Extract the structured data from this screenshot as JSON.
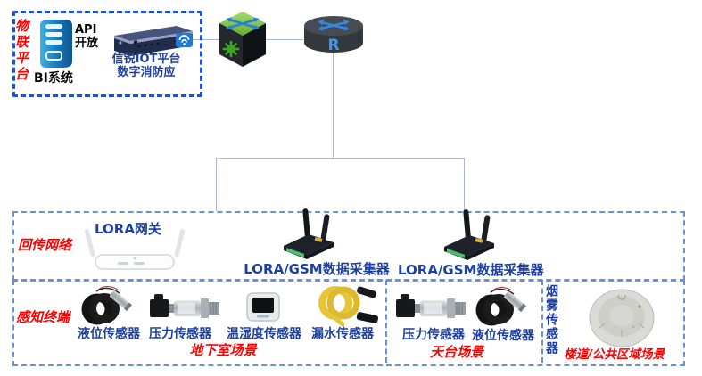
{
  "platform": {
    "side_label": "物联平台",
    "bi_system": "BI系统",
    "api_line1": "API",
    "api_line2": "开放",
    "appliance_line1": "信锐IOT平台",
    "appliance_line2": "数字消防应"
  },
  "core": {
    "router_letter": "R"
  },
  "backhaul": {
    "section_label": "回传网络",
    "gateway_label": "LORA网关",
    "collector1_label": "LORA/GSM数据采集器",
    "collector2_label": "LORA/GSM数据采集器"
  },
  "sensing": {
    "section_label": "感知终端",
    "scene1": {
      "sensors": [
        "液位传感器",
        "压力传感器",
        "温湿度传感器",
        "漏水传感器"
      ],
      "label": "地下室场景"
    },
    "scene2": {
      "sensors": [
        "压力传感器",
        "液位传感器"
      ],
      "label": "天台场景"
    },
    "scene3": {
      "smoke_label": "烟雾传感器",
      "label": "楼道/公共区域场景"
    }
  },
  "colors": {
    "red_text": "#fe0000",
    "blue_text": "#1d3f9e",
    "platform_border": "#2050d0",
    "band_border": "#6892d8",
    "connector_line": "#a9b8d6",
    "switch_green": "#7cc248",
    "router_body": "#3a4047",
    "icon_arrow_blue": "#2e7fd6"
  }
}
